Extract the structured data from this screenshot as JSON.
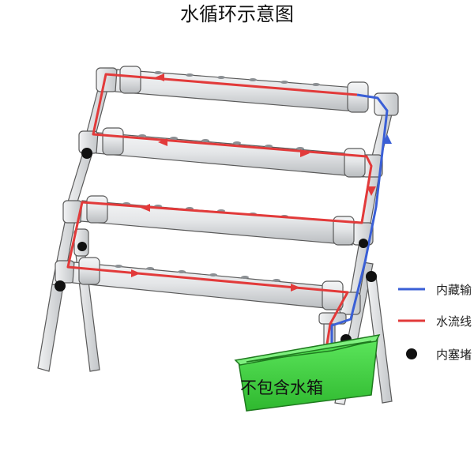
{
  "title": "水循环示意图",
  "legend": [
    {
      "label": "内藏输",
      "color": "#3a5fd6",
      "kind": "line"
    },
    {
      "label": "水流线",
      "color": "#e23a3a",
      "kind": "line"
    },
    {
      "label": "内塞堵",
      "color": "#111111",
      "kind": "dot"
    }
  ],
  "tank_label": "不包含水箱",
  "colors": {
    "flow": "#e23a3a",
    "hidden": "#3a5fd6",
    "pipe": "#e6e8ea",
    "pipe_edge": "#5a5a5a",
    "tank": "#3fd13f",
    "tank_edge": "#1f7a1f",
    "plug": "#111111"
  }
}
